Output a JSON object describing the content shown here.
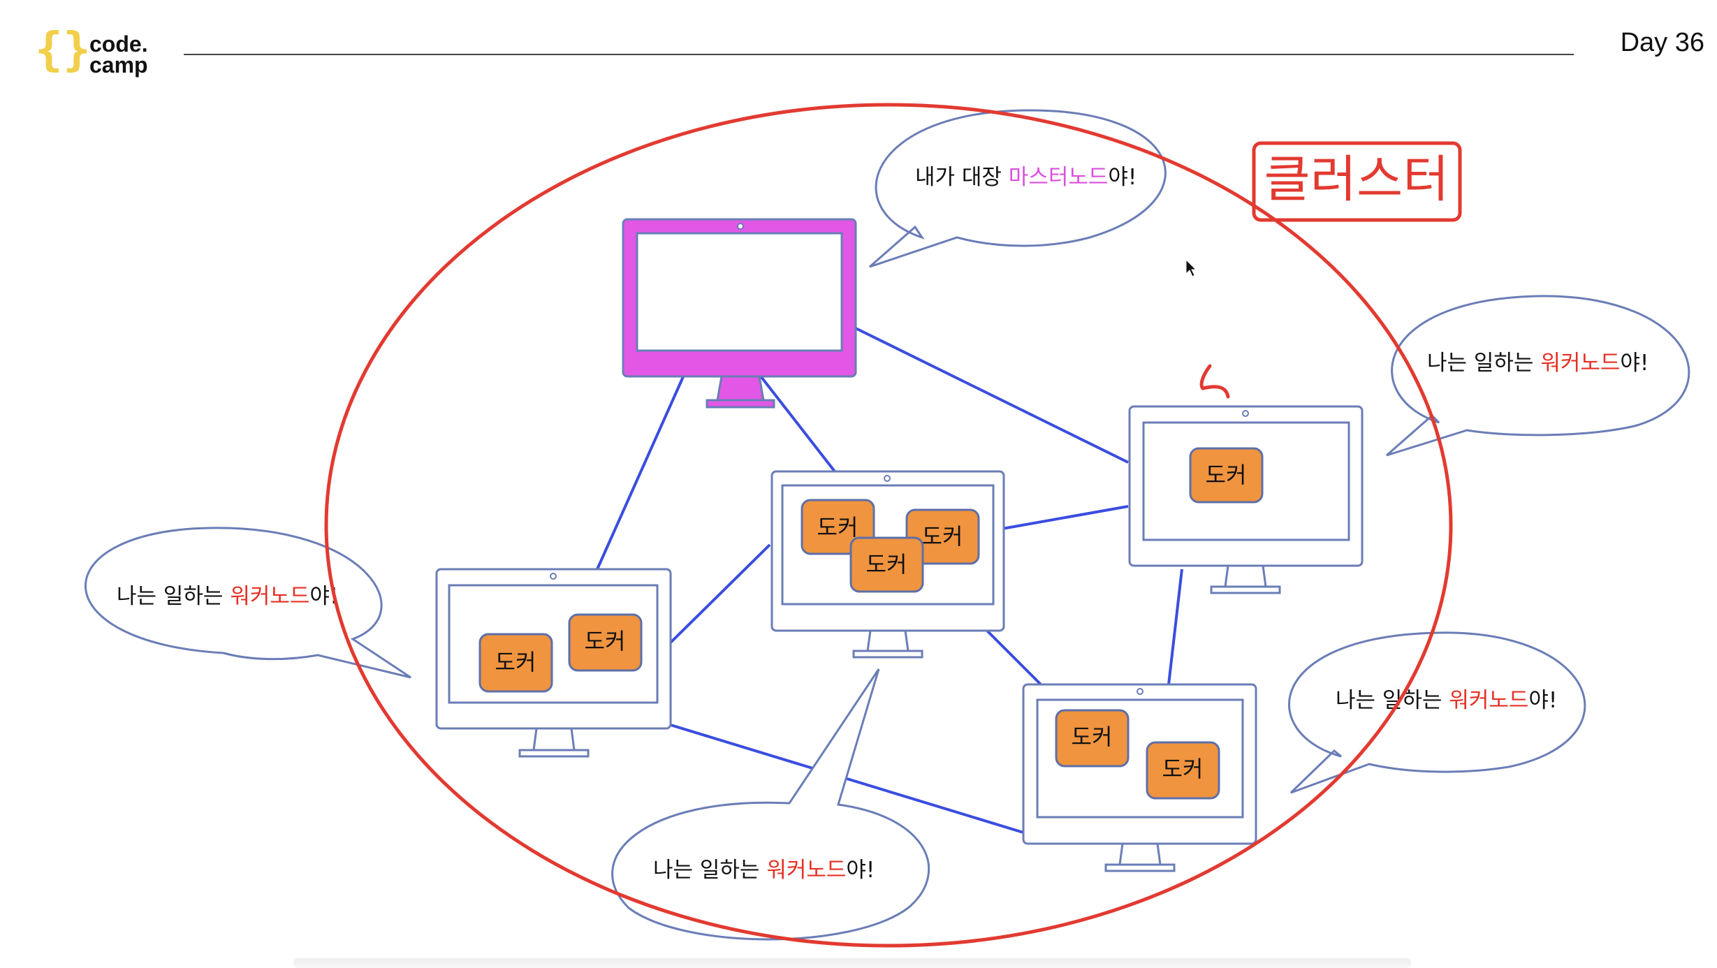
{
  "header": {
    "logo": {
      "brace_open": "{",
      "brace_close": "}",
      "line1": "code.",
      "line2": "camp"
    },
    "day_label": "Day 36"
  },
  "colors": {
    "cluster_red": "#e23a31",
    "master_magenta": "#e257e6",
    "docker_orange": "#f0943f",
    "link_blue": "#3a4de0",
    "monitor_outline": "#6a7db6",
    "logo_yellow": "#f2cf4a"
  },
  "diagram": {
    "cluster_label": "클러스터",
    "bubbles": {
      "master": {
        "prefix": "내가 대장 ",
        "highlight": "마스터노드",
        "suffix": "야!"
      },
      "worker_left": {
        "prefix": "나는 일하는 ",
        "highlight": "워커노드",
        "suffix": "야!"
      },
      "worker_right": {
        "prefix": "나는 일하는 ",
        "highlight": "워커노드",
        "suffix": "야!"
      },
      "worker_bottom_right": {
        "prefix": "나는 일하는 ",
        "highlight": "워커노드",
        "suffix": "야!"
      },
      "worker_bottom": {
        "prefix": "나는 일하는 ",
        "highlight": "워커노드",
        "suffix": "야!"
      }
    },
    "docker_label": "도커",
    "containers": {
      "center": [
        "도커",
        "도커",
        "도커"
      ],
      "left": [
        "도커",
        "도커"
      ],
      "right": [
        "도커"
      ],
      "bottom_right": [
        "도커",
        "도커"
      ]
    },
    "icons": [
      "monitor-icon",
      "mouse-cursor-icon"
    ]
  }
}
